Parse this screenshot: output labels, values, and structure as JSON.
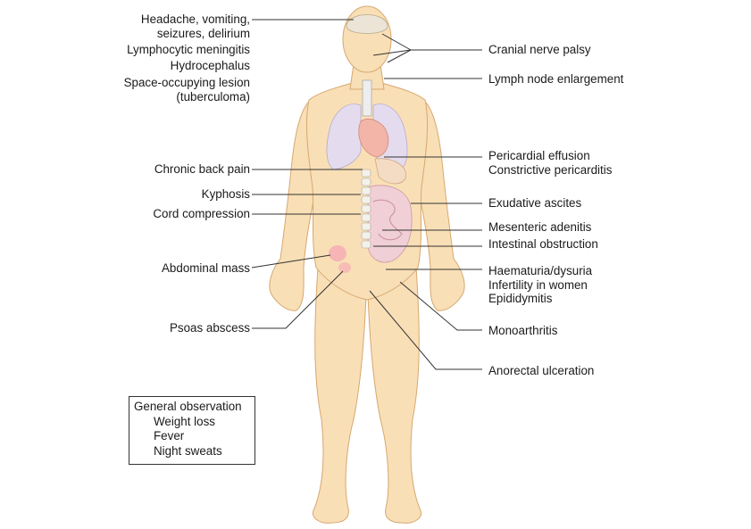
{
  "colors": {
    "skin": "#f9dfb6",
    "skin_edge": "#d6a870",
    "lung": "#e4dcee",
    "heart": "#f2b5a8",
    "bowel": "#f0cfd6",
    "leader_line": "#333333"
  },
  "left_labels": {
    "head": [
      "Headache, vomiting,",
      "seizures, delirium"
    ],
    "meningitis": "Lymphocytic meningitis",
    "hydrocephalus": "Hydrocephalus",
    "lesion": [
      "Space-occupying lesion",
      "(tuberculoma)"
    ],
    "back_pain": "Chronic back pain",
    "kyphosis": "Kyphosis",
    "cord": "Cord compression",
    "abdominal_mass": "Abdominal mass",
    "psoas": "Psoas abscess"
  },
  "right_labels": {
    "cranial": "Cranial nerve palsy",
    "lymph": "Lymph node enlargement",
    "pericardial": [
      "Pericardial effusion",
      "Constrictive pericarditis"
    ],
    "ascites": "Exudative ascites",
    "adenitis": "Mesenteric adenitis",
    "obstruction": "Intestinal obstruction",
    "genitourinary": [
      "Haematuria/dysuria",
      "Infertility in women",
      "Epididymitis"
    ],
    "monoarthritis": "Monoarthritis",
    "anorectal": "Anorectal ulceration"
  },
  "general_box": {
    "title": "General observation",
    "items": [
      "Weight loss",
      "Fever",
      "Night sweats"
    ]
  }
}
